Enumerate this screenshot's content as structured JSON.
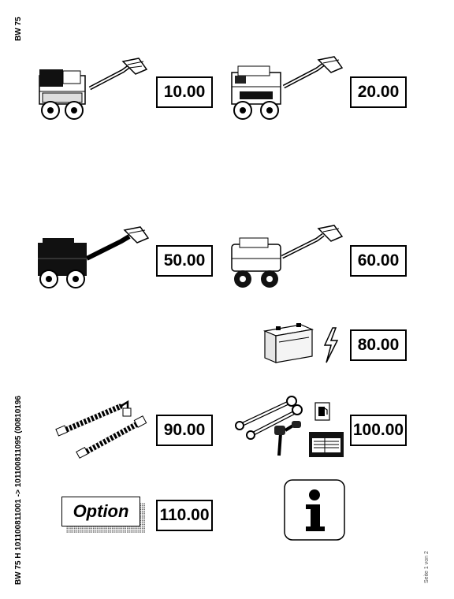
{
  "header": {
    "model_code": "BW 75"
  },
  "footer": {
    "serial_range": "BW 75 H 101100811001 -> 101100811095 (00810196",
    "page_label": "Seite 1 von 2"
  },
  "sections": [
    {
      "id": "10",
      "label": "10.00"
    },
    {
      "id": "20",
      "label": "20.00"
    },
    {
      "id": "50",
      "label": "50.00"
    },
    {
      "id": "60",
      "label": "60.00"
    },
    {
      "id": "80",
      "label": "80.00"
    },
    {
      "id": "90",
      "label": "90.00"
    },
    {
      "id": "100",
      "label": "100.00"
    },
    {
      "id": "110",
      "label": "110.00"
    }
  ],
  "option_label": "Option",
  "icons": [
    "roller-engine-icon",
    "roller-drum-icon",
    "roller-hood-icon",
    "roller-chassis-icon",
    "battery-icon",
    "lightning-icon",
    "hydraulic-hose-icon",
    "wrench-icon",
    "key-icon",
    "fuel-icon",
    "decal-plate-icon",
    "info-icon"
  ]
}
